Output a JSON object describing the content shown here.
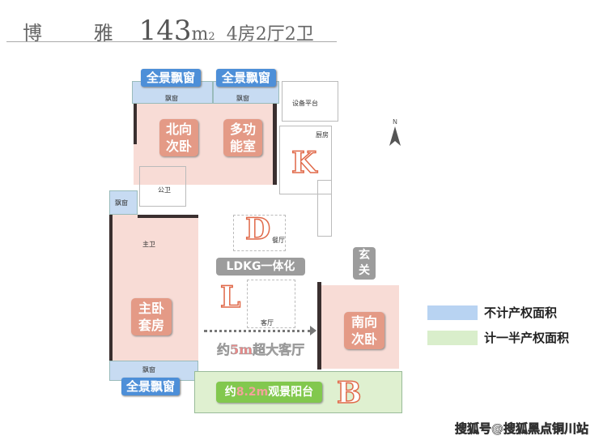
{
  "header": {
    "name": "博 雅",
    "area": "143",
    "unit": "m",
    "unit_sup": "2",
    "layout": "4房2厅2卫"
  },
  "rooms": {
    "bay_window_tag": "全景飘窗",
    "bay_window": "飘窗",
    "north_bedroom": [
      "北向",
      "次卧"
    ],
    "multi_room": [
      "多功",
      "能室"
    ],
    "equipment_platform": "设备平台",
    "kitchen": "厨房",
    "public_bath": "公卫",
    "dining": "餐厅",
    "master_bath": "主卫",
    "master_bedroom": [
      "主卧",
      "套房"
    ],
    "ldkg": "LDKG一体化",
    "entry": [
      "玄",
      "关"
    ],
    "living": "客厅",
    "living_note_pre": "约",
    "living_note_num": "5m",
    "living_note_post": "超大客厅",
    "south_bedroom": [
      "南向",
      "次卧"
    ],
    "balcony_pre": "约",
    "balcony_num": "8.2m",
    "balcony_post": "观景阳台"
  },
  "letters": {
    "k": "K",
    "d": "D",
    "l": "L",
    "b": "B"
  },
  "compass": "N",
  "legend": [
    {
      "label": "不计产权面积",
      "color": "#b8d3f2"
    },
    {
      "label": "计一半产权面积",
      "color": "#d9eecb"
    }
  ],
  "watermark": "搜狐号@搜狐黑点铜川站"
}
